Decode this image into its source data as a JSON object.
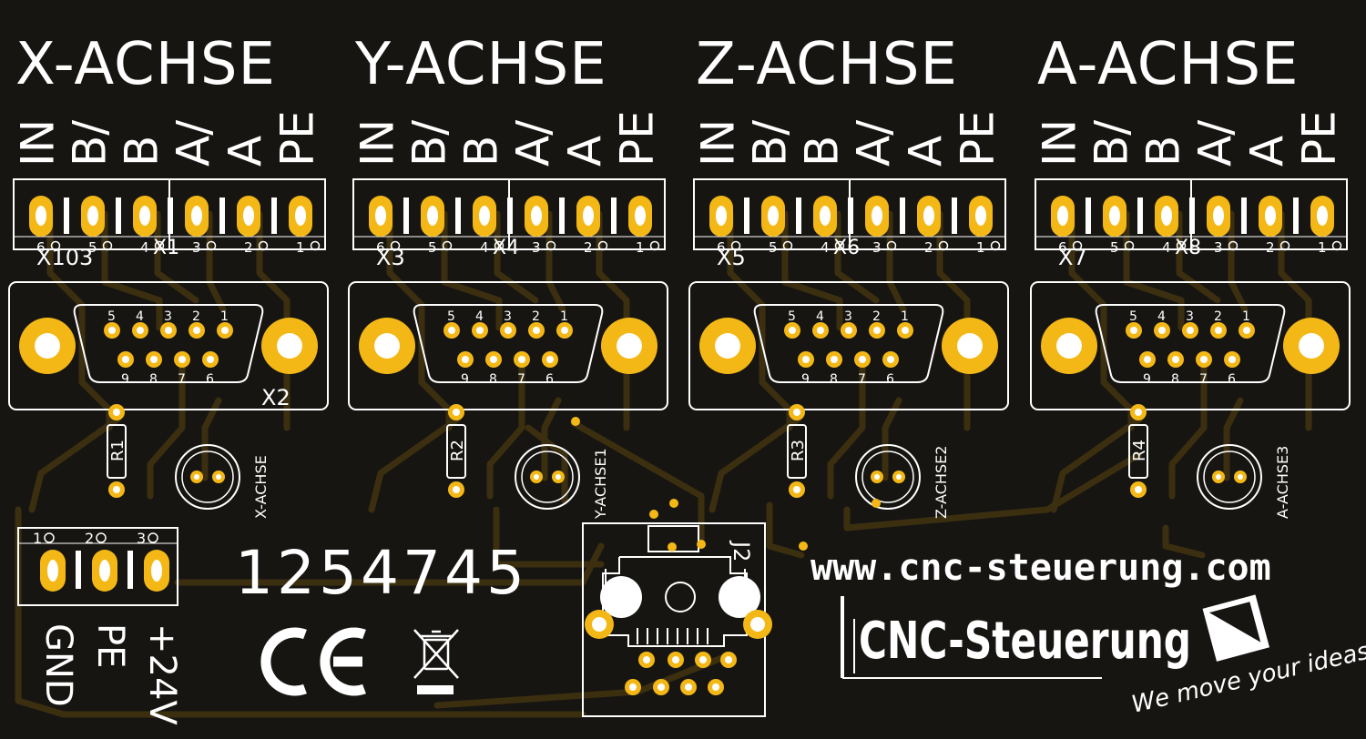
{
  "colors": {
    "board": "#161512",
    "trace": "#3b2f10",
    "pad": "#f4b816",
    "silkscreen": "#ffffff"
  },
  "axes": [
    {
      "title": "X-ACHSE",
      "terminal_labels": [
        "IN",
        "B/",
        "B",
        "A/",
        "A",
        "PE"
      ],
      "pin_numbers": [
        "6",
        "5",
        "4",
        "3",
        "2",
        "1"
      ],
      "terminal_refs": [
        "X103",
        "X1"
      ],
      "sub_d_ref": "X2",
      "sub_d_top_pins": [
        "5",
        "4",
        "3",
        "2",
        "1"
      ],
      "sub_d_bottom_pins": [
        "9",
        "8",
        "7",
        "6"
      ],
      "resistor_ref": "R1",
      "led_label": "X-ACHSE"
    },
    {
      "title": "Y-ACHSE",
      "terminal_labels": [
        "IN",
        "B/",
        "B",
        "A/",
        "A",
        "PE"
      ],
      "pin_numbers": [
        "6",
        "5",
        "4",
        "3",
        "2",
        "1"
      ],
      "terminal_refs": [
        "X3",
        "X4"
      ],
      "sub_d_ref": "",
      "sub_d_top_pins": [
        "5",
        "4",
        "3",
        "2",
        "1"
      ],
      "sub_d_bottom_pins": [
        "9",
        "8",
        "7",
        "6"
      ],
      "resistor_ref": "R2",
      "led_label": "Y-ACHSE1"
    },
    {
      "title": "Z-ACHSE",
      "terminal_labels": [
        "IN",
        "B/",
        "B",
        "A/",
        "A",
        "PE"
      ],
      "pin_numbers": [
        "6",
        "5",
        "4",
        "3",
        "2",
        "1"
      ],
      "terminal_refs": [
        "X5",
        "X6"
      ],
      "sub_d_ref": "",
      "sub_d_top_pins": [
        "5",
        "4",
        "3",
        "2",
        "1"
      ],
      "sub_d_bottom_pins": [
        "9",
        "8",
        "7",
        "6"
      ],
      "resistor_ref": "R3",
      "led_label": "Z-ACHSE2"
    },
    {
      "title": "A-ACHSE",
      "terminal_labels": [
        "IN",
        "B/",
        "B",
        "A/",
        "A",
        "PE"
      ],
      "pin_numbers": [
        "6",
        "5",
        "4",
        "3",
        "2",
        "1"
      ],
      "terminal_refs": [
        "X7",
        "X8"
      ],
      "sub_d_ref": "",
      "sub_d_top_pins": [
        "5",
        "4",
        "3",
        "2",
        "1"
      ],
      "sub_d_bottom_pins": [
        "9",
        "8",
        "7",
        "6"
      ],
      "resistor_ref": "R4",
      "led_label": "A-ACHSE3"
    }
  ],
  "power": {
    "pin_numbers": [
      "1",
      "2",
      "3"
    ],
    "labels": [
      "GND",
      "PE",
      "+24V"
    ]
  },
  "serial_number": "1254745",
  "rj45_ref": "J2",
  "website": "www.cnc-steuerung.com",
  "brand": "CNC-Steuerung",
  "slogan": "We move your ideas!",
  "icons": {
    "ce": "ce-mark-icon",
    "weee": "crossed-out-bin-icon",
    "logo": "cnc-steuerung-logo-icon"
  }
}
